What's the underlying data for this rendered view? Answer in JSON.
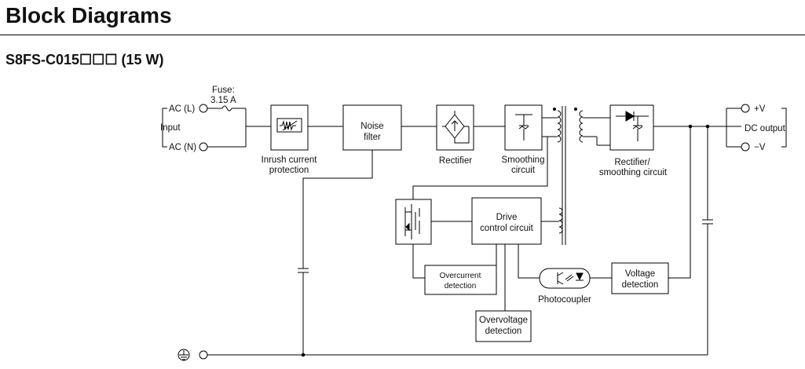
{
  "header": {
    "title": "Block Diagrams",
    "model_heading": "S8FS-C015☐☐☐ (15 W)"
  },
  "diagram": {
    "fuse_label": "Fuse:",
    "fuse_rating": "3.15 A",
    "ac_l": "AC (L)",
    "ac_n": "AC (N)",
    "input_label": "Input",
    "inrush_line1": "Inrush current",
    "inrush_line2": "protection",
    "noise_line1": "Noise",
    "noise_line2": "filter",
    "rectifier": "Rectifier",
    "smoothing_line1": "Smoothing",
    "smoothing_line2": "circuit",
    "rect_smooth_line1": "Rectifier/",
    "rect_smooth_line2": "smoothing circuit",
    "plus_v": "+V",
    "minus_v": "−V",
    "dc_output": "DC output",
    "drive_line1": "Drive",
    "drive_line2": "control circuit",
    "overcurrent_line1": "Overcurrent",
    "overcurrent_line2": "detection",
    "overvoltage_line1": "Overvoltage",
    "overvoltage_line2": "detection",
    "photocoupler": "Photocoupler",
    "voltage_det_line1": "Voltage",
    "voltage_det_line2": "detection"
  }
}
